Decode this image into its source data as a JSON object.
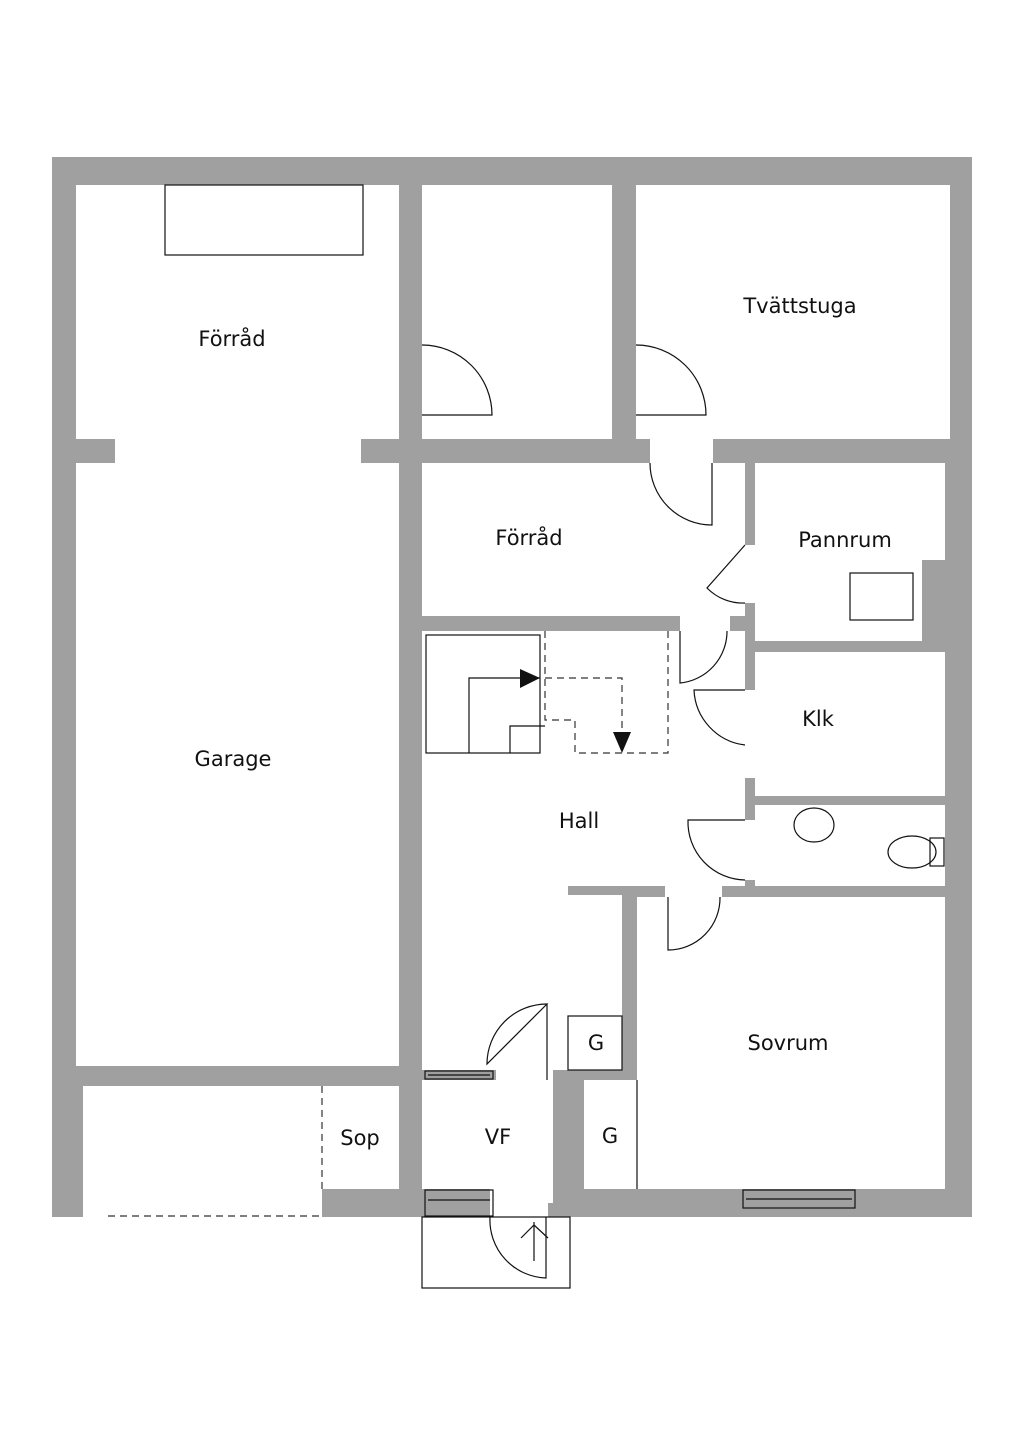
{
  "plan": {
    "rooms": {
      "forrad_1": "Förråd",
      "tvattstuga": "Tvättstuga",
      "forrad_2": "Förråd",
      "pannrum": "Pannrum",
      "klk": "Klk",
      "garage": "Garage",
      "hall": "Hall",
      "sovrum": "Sovrum",
      "g_1": "G",
      "g_2": "G",
      "vf": "VF",
      "sop": "Sop"
    },
    "colors": {
      "wall": "#a0a0a0",
      "line": "#111111",
      "background": "#ffffff"
    }
  }
}
